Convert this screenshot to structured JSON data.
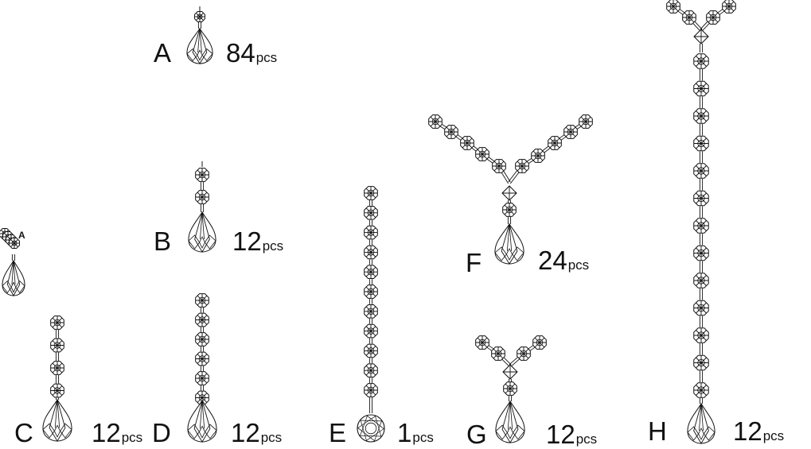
{
  "items": {
    "a": {
      "letter": "A",
      "qty": "84",
      "unit": "pcs"
    },
    "b": {
      "letter": "B",
      "qty": "12",
      "unit": "pcs"
    },
    "c": {
      "letter": "C",
      "qty": "12",
      "unit": "pcs"
    },
    "d": {
      "letter": "D",
      "qty": "12",
      "unit": "pcs"
    },
    "e": {
      "letter": "E",
      "qty": "1",
      "unit": "pcs"
    },
    "f": {
      "letter": "F",
      "qty": "24",
      "unit": "pcs"
    },
    "g": {
      "letter": "G",
      "qty": "12",
      "unit": "pcs"
    },
    "h": {
      "letter": "H",
      "qty": "12",
      "unit": "pcs"
    }
  },
  "fragment": {
    "letter": "A"
  },
  "colors": {
    "ink": "#111111",
    "background": "#ffffff"
  }
}
